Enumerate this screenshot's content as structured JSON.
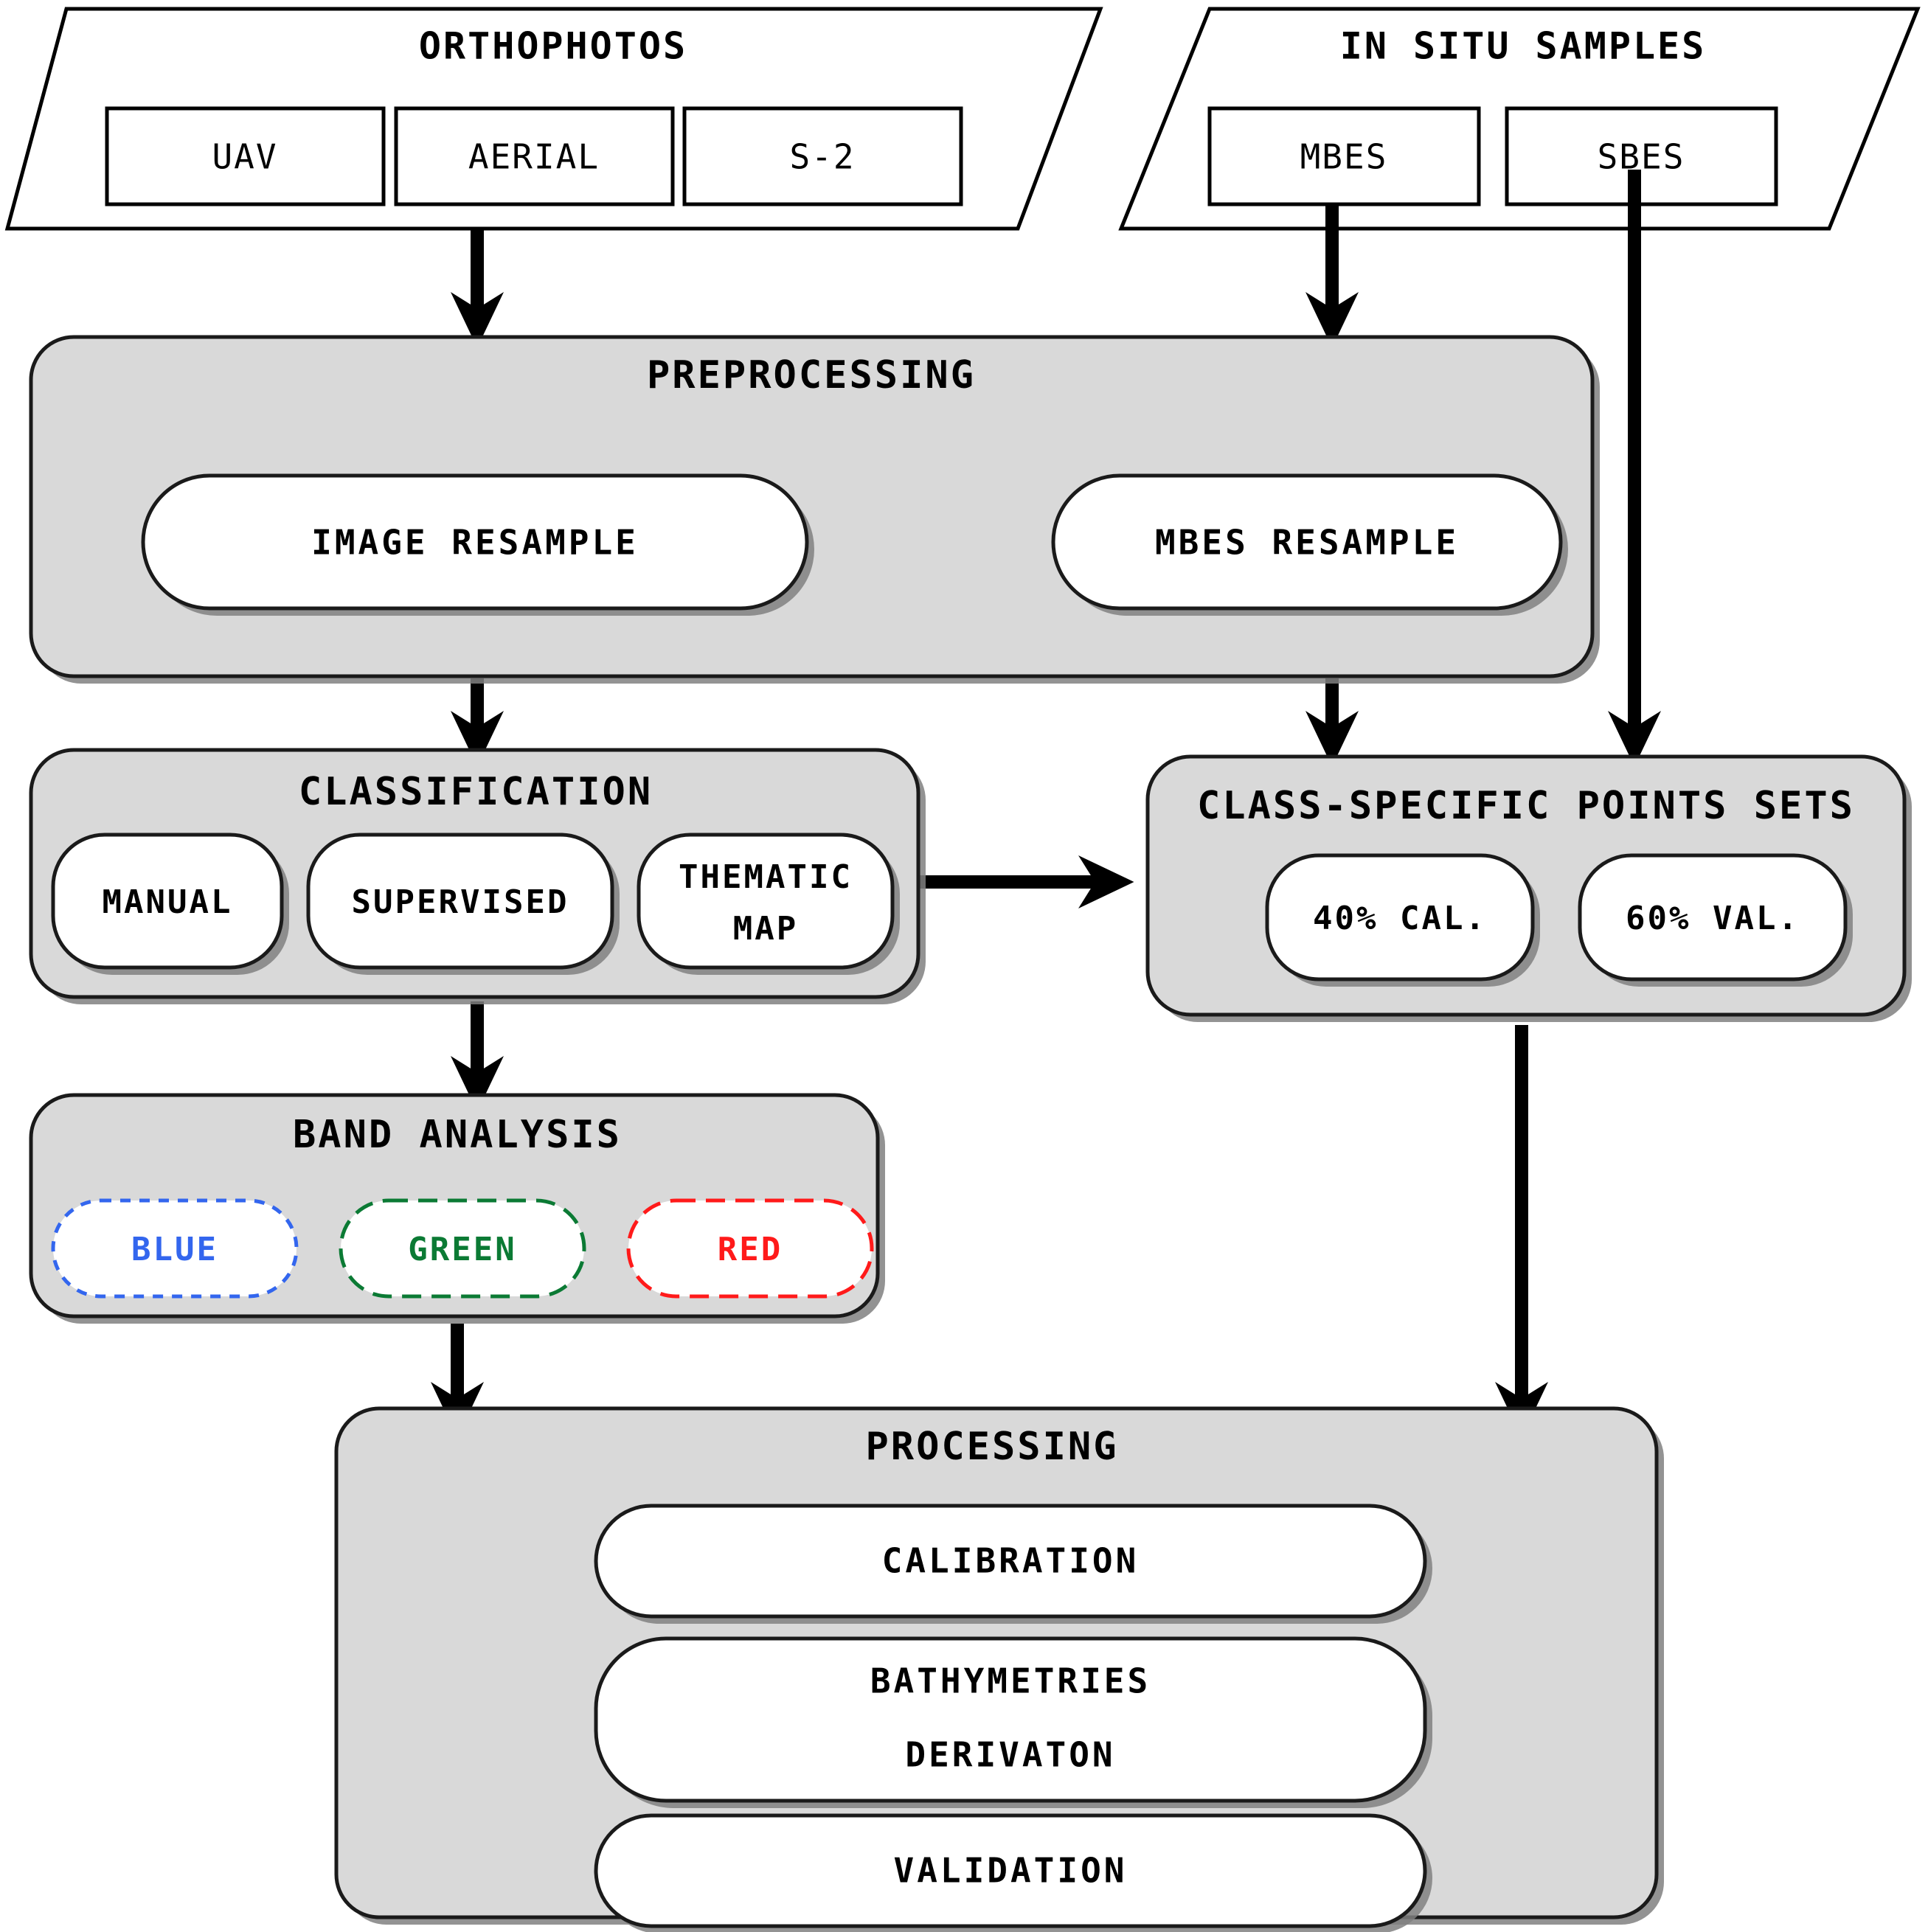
{
  "diagram": {
    "title": "Bathymetry derivation workflow",
    "colors": {
      "group_fill": "#d9d9d9",
      "node_fill": "#ffffff",
      "outline": "#1a1a1a",
      "blue": "#3366ee",
      "green": "#0b7a34",
      "red": "#ff1a1a"
    }
  },
  "sources": {
    "orthophotos": {
      "title": "ORTHOPHOTOS",
      "items": [
        {
          "label": "UAV"
        },
        {
          "label": "AERIAL"
        },
        {
          "label": "S-2"
        }
      ]
    },
    "in_situ": {
      "title": "IN SITU SAMPLES",
      "items": [
        {
          "label": "MBES"
        },
        {
          "label": "SBES"
        }
      ]
    }
  },
  "stages": {
    "preprocessing": {
      "title": "PREPROCESSING",
      "nodes": [
        {
          "label": "IMAGE RESAMPLE"
        },
        {
          "label": "MBES RESAMPLE"
        }
      ]
    },
    "classification": {
      "title": "CLASSIFICATION",
      "nodes": [
        {
          "label": "MANUAL"
        },
        {
          "label": "SUPERVISED"
        },
        {
          "label_line1": "THEMATIC",
          "label_line2": "MAP"
        }
      ]
    },
    "points_sets": {
      "title": "CLASS-SPECIFIC POINTS SETS",
      "nodes": [
        {
          "label": "40% CAL."
        },
        {
          "label": "60% VAL."
        }
      ]
    },
    "band_analysis": {
      "title": "BAND ANALYSIS",
      "nodes": [
        {
          "label": "BLUE",
          "color": "#3366ee"
        },
        {
          "label": "GREEN",
          "color": "#0b7a34"
        },
        {
          "label": "RED",
          "color": "#ff1a1a"
        }
      ]
    },
    "processing": {
      "title": "PROCESSING",
      "nodes": [
        {
          "label": "CALIBRATION"
        },
        {
          "label_line1": "BATHYMETRIES",
          "label_line2": "DERIVATON"
        },
        {
          "label": "VALIDATION"
        }
      ]
    }
  },
  "connectors": [
    {
      "name": "orthophotos-to-preprocessing",
      "from": "orthophotos",
      "to": "preprocessing"
    },
    {
      "name": "mbes-to-preprocessing",
      "from": "in_situ.MBES",
      "to": "preprocessing"
    },
    {
      "name": "sbes-to-points-sets",
      "from": "in_situ.SBES",
      "to": "points_sets"
    },
    {
      "name": "preprocessing-to-classification",
      "from": "preprocessing",
      "to": "classification"
    },
    {
      "name": "preprocessing-to-points-sets",
      "from": "preprocessing",
      "to": "points_sets"
    },
    {
      "name": "classification-to-points-sets",
      "from": "classification",
      "to": "points_sets"
    },
    {
      "name": "classification-to-band-analysis",
      "from": "classification",
      "to": "band_analysis"
    },
    {
      "name": "band-analysis-to-processing",
      "from": "band_analysis",
      "to": "processing"
    },
    {
      "name": "points-sets-to-processing",
      "from": "points_sets",
      "to": "processing"
    }
  ]
}
